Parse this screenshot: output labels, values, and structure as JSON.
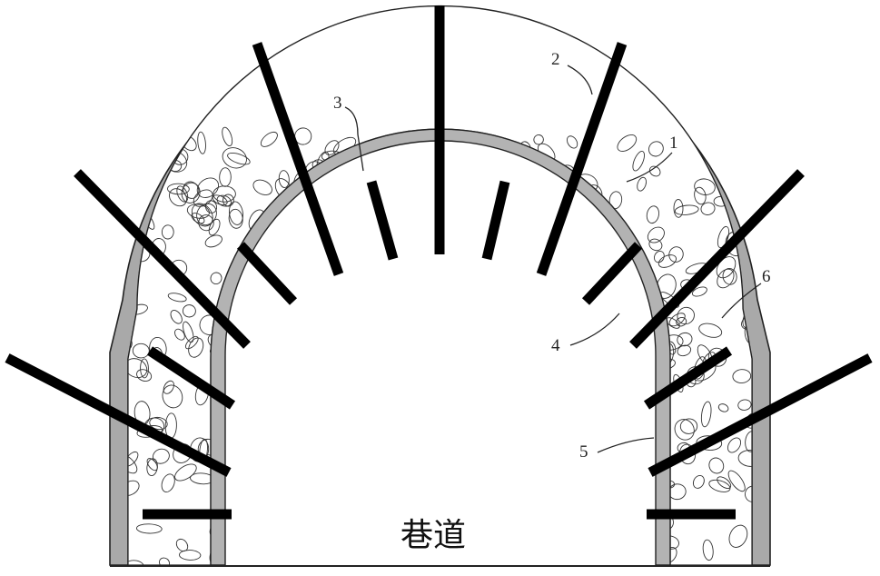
{
  "diagram": {
    "tunnel_label": "巷道",
    "callouts": [
      {
        "id": "1",
        "text": "1"
      },
      {
        "id": "2",
        "text": "2"
      },
      {
        "id": "3",
        "text": "3"
      },
      {
        "id": "4",
        "text": "4"
      },
      {
        "id": "5",
        "text": "5"
      },
      {
        "id": "6",
        "text": "6"
      }
    ],
    "colors": {
      "outer_shell": "#a9a9a9",
      "inner_lining": "#b3b3b3",
      "rubble_fill": "#ffffff",
      "bolt": "#000000",
      "outline": "#222222"
    }
  }
}
